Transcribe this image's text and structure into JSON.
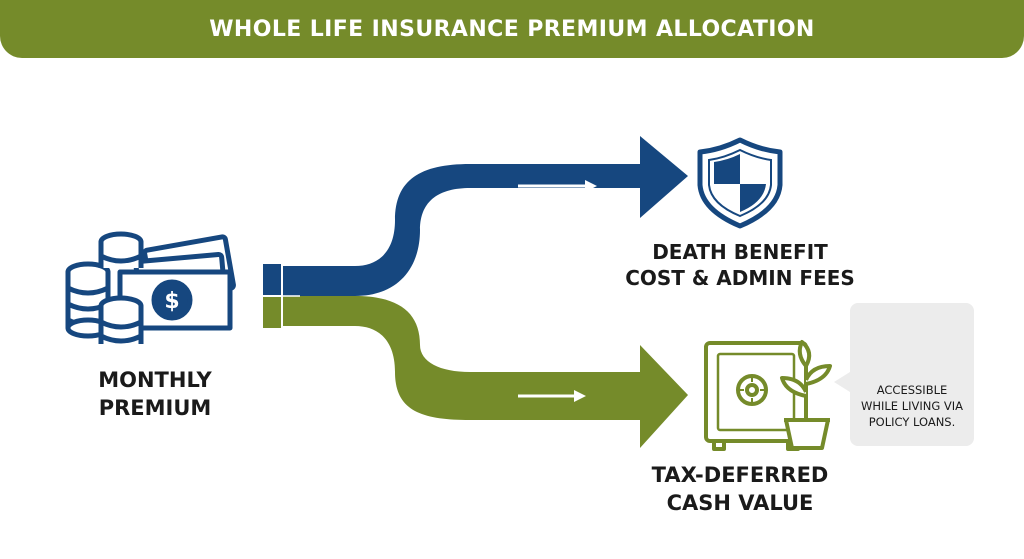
{
  "title": "WHOLE LIFE INSURANCE PREMIUM ALLOCATION",
  "source": {
    "line1": "MONTHLY",
    "line2": "PREMIUM",
    "icon": "cash-coins-icon"
  },
  "outputs": [
    {
      "line1": "DEATH BENEFIT",
      "line2": "COST & ADMIN FEES",
      "icon": "shield-icon",
      "color": "#16477f"
    },
    {
      "line1": "TAX-DEFERRED",
      "line2": "CASH VALUE",
      "icon": "safe-plant-icon",
      "color": "#758b2a"
    }
  ],
  "callout": {
    "line1": "ACCESSIBLE",
    "line2": "WHILE LIVING VIA",
    "line3": "POLICY LOANS.",
    "icon": "hand-coin-icon"
  },
  "colors": {
    "banner": "#758b2a",
    "blue": "#16477f",
    "green": "#758b2a"
  }
}
